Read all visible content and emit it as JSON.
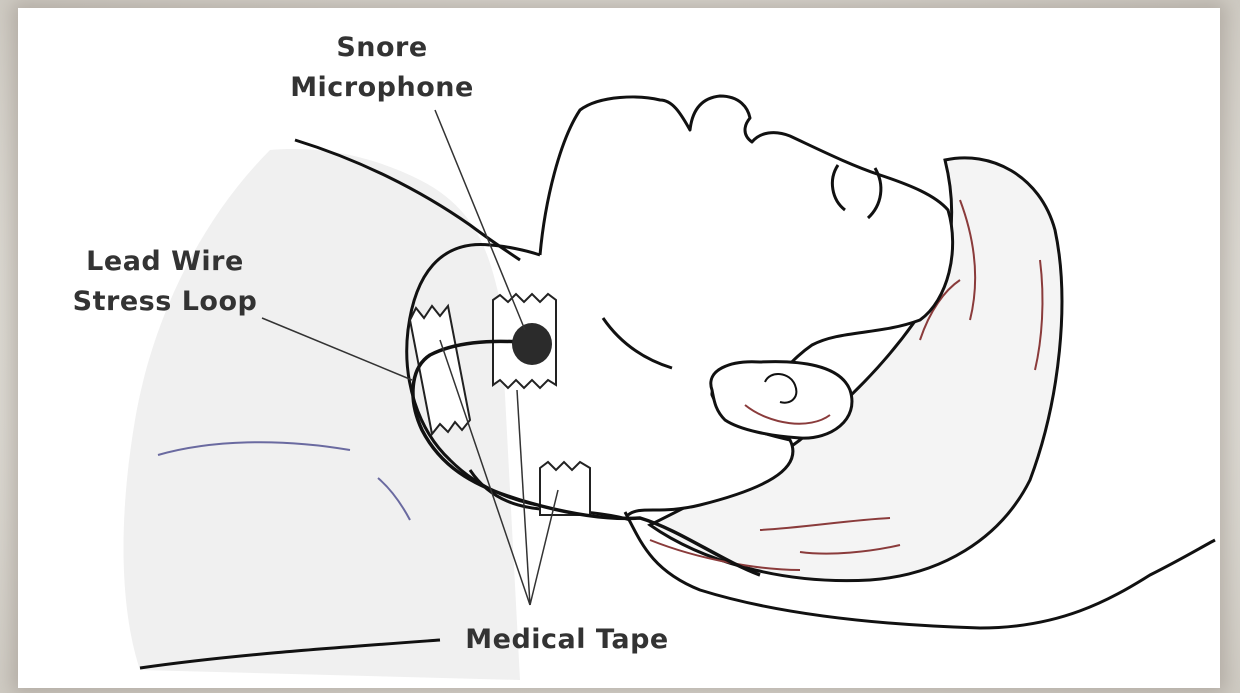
{
  "labels": {
    "snore_line1": "Snore",
    "snore_line2": "Microphone",
    "lead_line1": "Lead Wire",
    "lead_line2": "Stress Loop",
    "tape": "Medical Tape"
  },
  "colors": {
    "pillow": "#f0f0f0",
    "outline": "#111111",
    "hair": "#8a3b3b",
    "pillow_crease": "#6a6aa0",
    "microphone": "#2b2b2b"
  }
}
